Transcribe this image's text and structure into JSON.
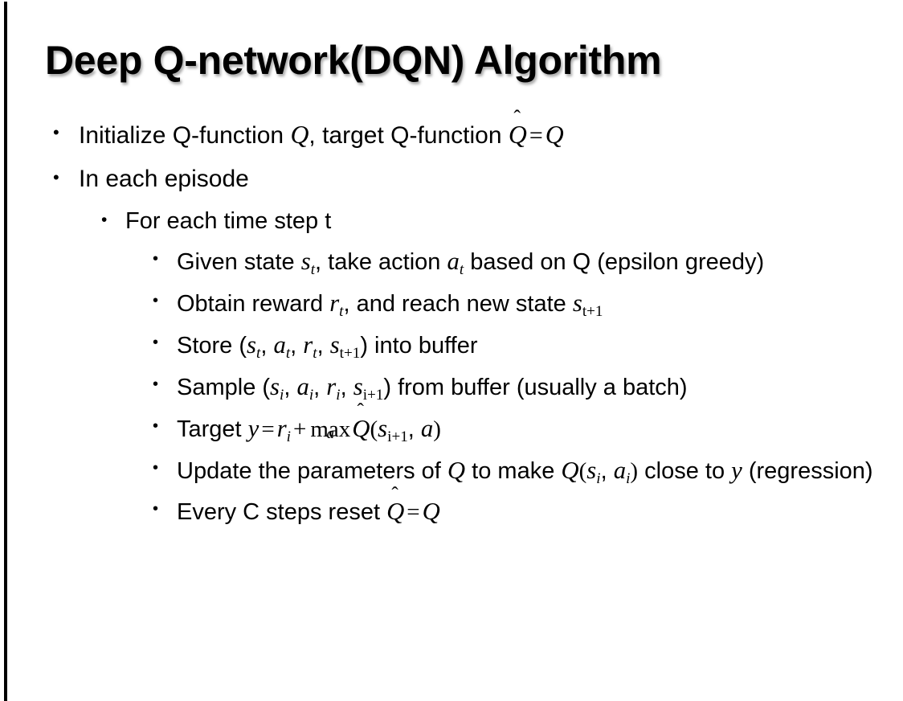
{
  "slide": {
    "title": "Deep Q-network(DQN) Algorithm",
    "background_color": "#ffffff",
    "text_color": "#000000",
    "rule_color": "#000000",
    "bullet_glyph": "•"
  },
  "content": {
    "b1": {
      "level": 1,
      "plain": "Initialize Q-function Q, target Q-function Q̂ = Q",
      "t1": "Initialize Q-function ",
      "m1": "Q",
      "t2": ", target Q-function ",
      "m2": "Q",
      "hat": "ˆ",
      "eq": "=",
      "m3": "Q"
    },
    "b2": {
      "level": 1,
      "plain": "In each episode",
      "t1": "In each episode"
    },
    "b3": {
      "level": 2,
      "plain": "For each time step t",
      "t1": "For each time step t"
    },
    "b4": {
      "level": 3,
      "plain": "Given state s_t, take action a_t based on Q (epsilon greedy)",
      "t1": "Given state ",
      "m1": "s",
      "sub1": "t",
      "t2": ", take action ",
      "m2": "a",
      "sub2": "t",
      "t3": " based on Q (epsilon greedy)"
    },
    "b5": {
      "level": 3,
      "plain": "Obtain reward r_t, and reach new state s_{t+1}",
      "t1": "Obtain reward ",
      "m1": "r",
      "sub1": "t",
      "t2": ", and reach new state ",
      "m2": "s",
      "sub2": "t+1"
    },
    "b6": {
      "level": 3,
      "plain": "Store (s_t, a_t, r_t, s_{t+1}) into buffer",
      "t1": "Store (",
      "m1": "s",
      "sub1": "t",
      "sep1": ", ",
      "m2": "a",
      "sub2": "t",
      "sep2": ", ",
      "m3": "r",
      "sub3": "t",
      "sep3": ", ",
      "m4": "s",
      "sub4": "t+1",
      "t2": ") into buffer"
    },
    "b7": {
      "level": 3,
      "plain": "Sample (s_i, a_i, r_i, s_{i+1}) from buffer (usually a batch)",
      "t1": "Sample (",
      "m1": "s",
      "sub1": "i",
      "sep1": ", ",
      "m2": "a",
      "sub2": "i",
      "sep2": ", ",
      "m3": "r",
      "sub3": "i",
      "sep3": ", ",
      "m4": "s",
      "sub4": "i+1",
      "t2": ") from buffer (usually a batch)"
    },
    "b8": {
      "level": 3,
      "plain": "Target y = r_i + max_a Q̂(s_{i+1}, a)",
      "t1": "Target ",
      "m1": "y",
      "eq": "=",
      "m2": "r",
      "sub2": "i",
      "plus": "+",
      "op": "max",
      "op_under": "a",
      "m3": "Q",
      "hat": "ˆ",
      "open": "(",
      "m4": "s",
      "sub4": "i+1",
      "sep": ", ",
      "m5": "a",
      "close": ")"
    },
    "b9": {
      "level": 3,
      "plain": "Update the parameters of Q to make Q(s_i, a_i) close to y (regression)",
      "t1": "Update the parameters of ",
      "m1": "Q",
      "t2": " to make ",
      "m2": "Q",
      "open": "(",
      "m3": "s",
      "sub3": "i",
      "sep": ", ",
      "m4": "a",
      "sub4": "i",
      "close": ")",
      "t3": " close to ",
      "m5": "y",
      "t4": " (regression)"
    },
    "b10": {
      "level": 3,
      "plain": "Every C steps reset Q̂ = Q",
      "t1": "Every C steps reset ",
      "m1": "Q",
      "hat": "ˆ",
      "eq": "=",
      "m2": "Q"
    }
  }
}
